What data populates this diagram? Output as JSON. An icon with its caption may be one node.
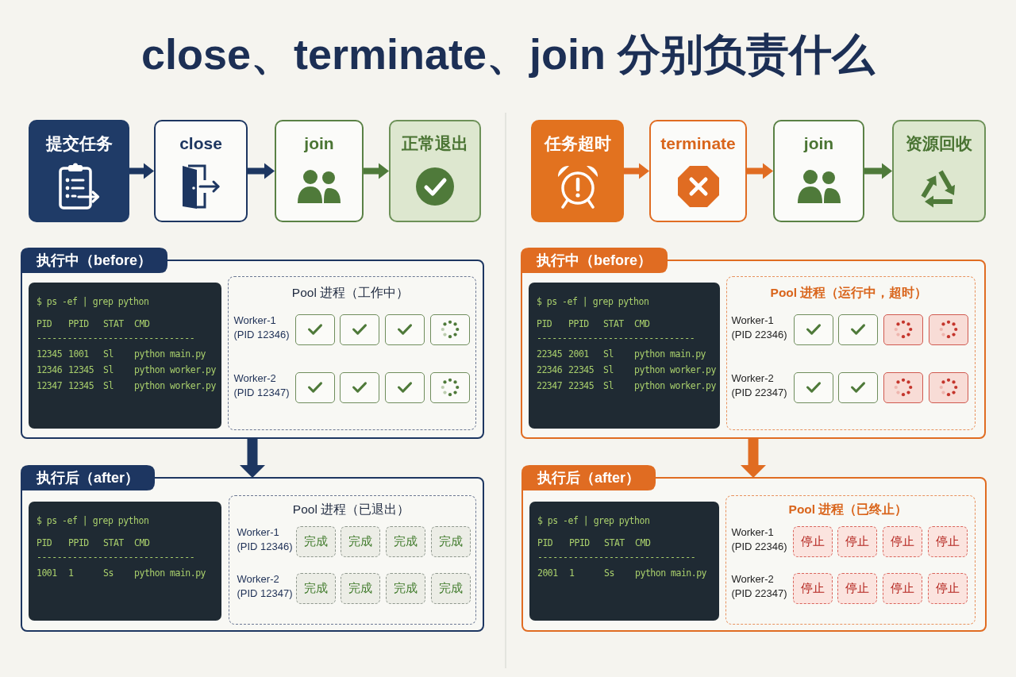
{
  "diagram": {
    "title": "close、terminate、join 分别负责什么",
    "nodes": [
      {
        "text": [
          "提交任务"
        ]
      },
      {
        "text": [
          "close"
        ]
      },
      {
        "text": [
          "join"
        ]
      },
      {
        "text": [
          "正常退出"
        ]
      },
      {
        "text": [
          "任务超时"
        ]
      },
      {
        "text": [
          "terminate"
        ]
      },
      {
        "text": [
          "join"
        ]
      },
      {
        "text": [
          "资源回收"
        ]
      },
      {
        "text": [
          "执行中（before）"
        ]
      },
      {
        "text": [
          "$ ps -ef | grep python",
          "PID PPID STAT CMD",
          "-------------------------------",
          "12345 1001 Sl python main.py",
          "12346 12345 Sl python worker.py",
          "12347 12345 Sl python worker.py"
        ],
        "in": 8
      },
      {
        "text": [
          "Pool 进程（工作中）",
          "Worker-1 (PID 12346)",
          "Worker-2 (PID 12347)"
        ],
        "in": 8
      },
      {
        "text": [],
        "shape": "box",
        "in": 10
      },
      {
        "text": [],
        "shape": "box",
        "in": 10
      },
      {
        "text": [],
        "shape": "box",
        "in": 10
      },
      {
        "text": [],
        "shape": "box",
        "in": 10
      },
      {
        "text": [],
        "shape": "box",
        "in": 10
      },
      {
        "text": [],
        "shape": "box",
        "in": 10
      },
      {
        "text": [],
        "shape": "box",
        "in": 10
      },
      {
        "text": [],
        "shape": "box",
        "in": 10
      },
      {
        "text": [
          "执行后（after）"
        ]
      },
      {
        "text": [
          "$ ps -ef | grep python",
          "PID PPID STAT CMD",
          "-------------------------------",
          "1001 1 Ss python main.py"
        ],
        "in": 19
      },
      {
        "text": [
          "Pool 进程（已退出）",
          "Worker-1 (PID 12346)",
          "Worker-2 (PID 12347)"
        ],
        "in": 19
      },
      {
        "text": [
          "完成"
        ],
        "in": 21
      },
      {
        "text": [
          "完成"
        ],
        "in": 21
      },
      {
        "text": [
          "完成"
        ],
        "in": 21
      },
      {
        "text": [
          "完成"
        ],
        "in": 21
      },
      {
        "text": [
          "完成"
        ],
        "in": 21
      },
      {
        "text": [
          "完成"
        ],
        "in": 21
      },
      {
        "text": [
          "完成"
        ],
        "in": 21
      },
      {
        "text": [
          "完成"
        ],
        "in": 21
      },
      {
        "text": [
          "执行中（before）"
        ]
      },
      {
        "text": [
          "$ ps -ef | grep python",
          "PID PPID STAT CMD",
          "-------------------------------",
          "22345 2001 Sl python main.py",
          "22346 22345 Sl python worker.py",
          "22347 22345 Sl python worker.py"
        ],
        "in": 30
      },
      {
        "text": [
          "Pool 进程（运行中，超时）",
          "Worker-1 (PID 22346)",
          "Worker-2 (PID 22347)"
        ],
        "in": 30
      },
      {
        "text": [],
        "shape": "box",
        "in": 32
      },
      {
        "text": [],
        "shape": "box",
        "in": 32
      },
      {
        "text": [],
        "shape": "box",
        "in": 32
      },
      {
        "text": [],
        "shape": "box",
        "in": 32
      },
      {
        "text": [],
        "shape": "box",
        "in": 32
      },
      {
        "text": [],
        "shape": "box",
        "in": 32
      },
      {
        "text": [],
        "shape": "box",
        "in": 32
      },
      {
        "text": [],
        "shape": "box",
        "in": 32
      },
      {
        "text": [
          "执行后（after）"
        ]
      },
      {
        "text": [
          "$ ps -ef | grep python",
          "PID PPID STAT CMD",
          "-------------------------------",
          "2001 1 Ss python main.py"
        ],
        "in": 41
      },
      {
        "text": [
          "Pool 进程（已终止）",
          "Worker-1 (PID 22346)",
          "Worker-2 (PID 22347)"
        ],
        "in": 41
      },
      {
        "text": [
          "停止"
        ],
        "in": 43
      },
      {
        "text": [
          "停止"
        ],
        "in": 43
      },
      {
        "text": [
          "停止"
        ],
        "in": 43
      },
      {
        "text": [
          "停止"
        ],
        "in": 43
      },
      {
        "text": [
          "停止"
        ],
        "in": 43
      },
      {
        "text": [
          "停止"
        ],
        "in": 43
      },
      {
        "text": [
          "停止"
        ],
        "in": 43
      },
      {
        "text": [
          "停止"
        ],
        "in": 43
      }
    ],
    "edges": [
      {
        "from": 0,
        "to": 1,
        "arrow": "to",
        "color": "#1d3661"
      },
      {
        "from": 1,
        "to": 2,
        "arrow": "to",
        "color": "#1d3661"
      },
      {
        "from": 2,
        "to": 3,
        "arrow": "to",
        "color": "#4f7a3a"
      },
      {
        "from": 4,
        "to": 5,
        "arrow": "to",
        "color": "#e06c22"
      },
      {
        "from": 5,
        "to": 6,
        "arrow": "to",
        "color": "#e06c22"
      },
      {
        "from": 6,
        "to": 7,
        "arrow": "to",
        "color": "#4f7a3a"
      },
      {
        "from": 8,
        "to": 19,
        "arrow": "to",
        "color": "#1d3661"
      },
      {
        "from": 30,
        "to": 41,
        "arrow": "to",
        "color": "#e06c22"
      }
    ]
  }
}
